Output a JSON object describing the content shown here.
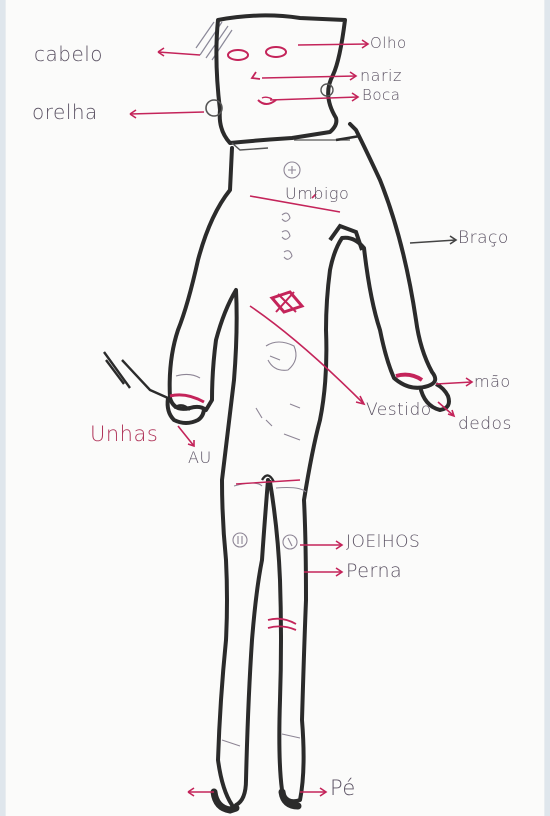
{
  "drawing": {
    "labels": {
      "cabelo": "cabelo",
      "olho": "Olho",
      "nariz": "nariz",
      "boca": "Boca",
      "orelha": "orelha",
      "braco": "Braço",
      "mao": "mão",
      "dedos": "dedos",
      "vestido": "Vestido",
      "unhas": "Unhas",
      "au": "AU",
      "joelhos": "JOElHOS",
      "perna": "Perna",
      "pe": "Pé",
      "umbigo": "Umbigo"
    }
  },
  "colors": {
    "ink": "#2b2b2b",
    "pen_red": "#c4245a",
    "pencil": "#6d6470",
    "paper": "#fbfbfa"
  }
}
